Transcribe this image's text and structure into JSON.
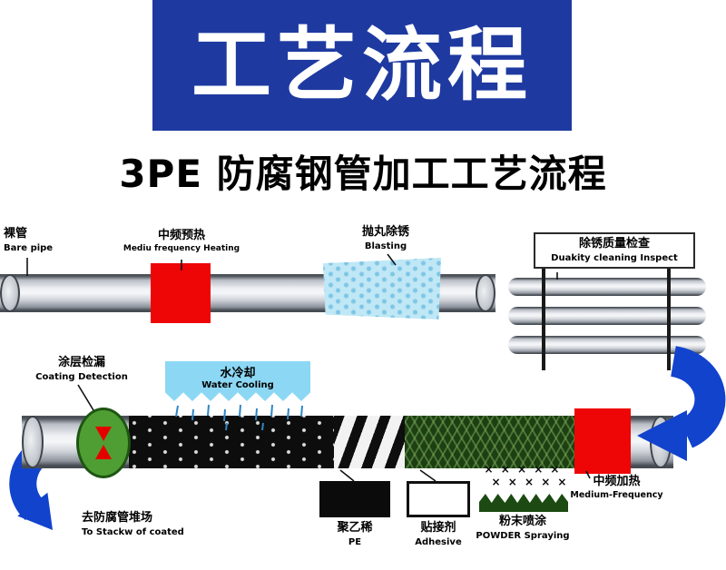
{
  "header": {
    "title": "工艺流程"
  },
  "subtitle": {
    "text": "3PE 防腐钢管加工工艺流程"
  },
  "top": {
    "bare_pipe": {
      "zh": "裸管",
      "en": "Bare pipe"
    },
    "preheat": {
      "zh": "中频预热",
      "en": "Mediu  frequency Heating"
    },
    "blasting": {
      "zh": "抛丸除锈",
      "en": "Blasting"
    },
    "inspect": {
      "zh": "除锈质量检查",
      "en": "Duakity cleaning Inspect"
    }
  },
  "bottom": {
    "coating_detection": {
      "zh": "涂层检漏",
      "en": "Coating Detection"
    },
    "water_cooling": {
      "zh": "水冷却",
      "en": "Water Cooling"
    },
    "pe": {
      "zh": "聚乙稀",
      "en": "PE"
    },
    "adhesive": {
      "zh": "贴接剂",
      "en": "Adhesive"
    },
    "powder": {
      "zh": "粉末喷涂",
      "en": "POWDER Spraying"
    },
    "medium_freq": {
      "zh": "中频加热",
      "en": "Medium-Frequency"
    },
    "to_stack": {
      "zh": "去防腐管堆场",
      "en": "To Stackw of coated"
    },
    "spray_marks": "× × × × ×"
  },
  "colors": {
    "banner_blue": "#1e3aa0",
    "arrow_blue": "#1243cd",
    "heater_red": "#ee0505",
    "blast_blue": "#bfe7f5",
    "cooling_blue": "#8cd8f4",
    "pe_black": "#0b0b0b",
    "powder_green": "#1c4a12",
    "detector_green": "#4f9e33",
    "pipe_gray": "#cfd3d9"
  }
}
